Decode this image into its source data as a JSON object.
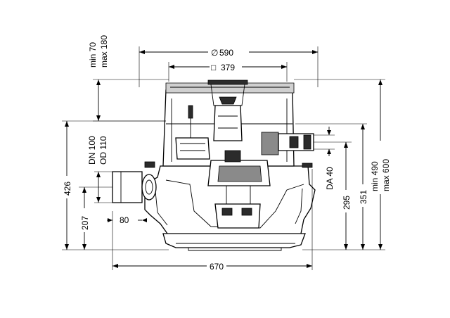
{
  "dimensions": {
    "diameter_top": "590",
    "diameter_symbol": "∅",
    "square_top": "379",
    "square_symbol": "□",
    "cover_height_min": "min 70",
    "cover_height_max": "max 180",
    "inlet_nominal": "DN 100",
    "inlet_outer": "OD 110",
    "height_426": "426",
    "height_207": "207",
    "offset_80": "80",
    "width_670": "670",
    "pressure_pipe": "DA 40",
    "height_295": "295",
    "height_351": "351",
    "total_height_min": "min 490",
    "total_height_max": "max 600"
  }
}
